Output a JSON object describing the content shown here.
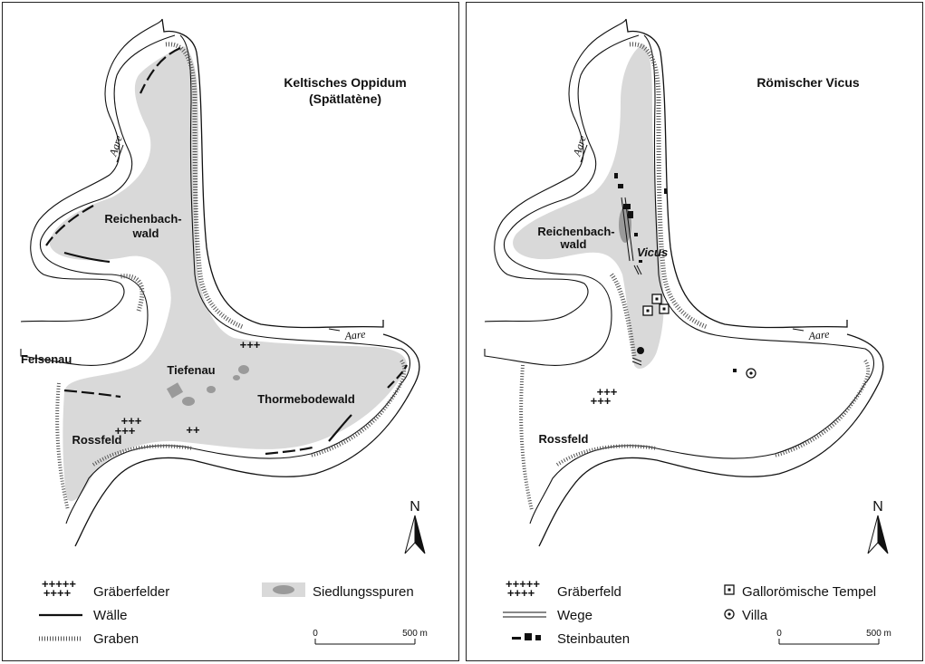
{
  "left_map": {
    "title_line1": "Keltisches Oppidum",
    "title_line2": "(Spätlatène)",
    "river_upper": "Aare",
    "river_right": "Aare",
    "places": {
      "reichenbach_1": "Reichenbach-",
      "reichenbach_2": "wald",
      "felsenau": "Felsenau",
      "tiefenau": "Tiefenau",
      "thormebodewald": "Thormebodewald",
      "rossfeld": "Rossfeld"
    },
    "grave_symbols": {
      "a": "+++",
      "b": "+++",
      "c": "+++",
      "d": "++"
    },
    "legend": {
      "graves": "Gräberfelder",
      "walls": "Wälle",
      "ditch": "Graben",
      "settlement": "Siedlungsspuren",
      "graves_symbol_1": "+++++",
      "graves_symbol_2": "++++"
    },
    "scale": {
      "zero": "0",
      "max": "500 m"
    },
    "north": "N"
  },
  "right_map": {
    "title": "Römischer Vicus",
    "river_upper": "Aare",
    "river_right": "Aare",
    "places": {
      "reichenbach_1": "Reichenbach-",
      "reichenbach_2": "wald",
      "vicus": "Vicus",
      "rossfeld": "Rossfeld"
    },
    "grave_symbols": {
      "a": "+++",
      "b": "+++"
    },
    "legend": {
      "graves": "Gräberfeld",
      "roads": "Wege",
      "buildings": "Steinbauten",
      "temples": "Gallorömische Tempel",
      "villa": "Villa",
      "graves_symbol_1": "+++++",
      "graves_symbol_2": "++++"
    },
    "scale": {
      "zero": "0",
      "max": "500 m"
    },
    "north": "N"
  },
  "colors": {
    "settlement_fill": "#d9d9d9",
    "line": "#111111",
    "background": "#ffffff"
  }
}
